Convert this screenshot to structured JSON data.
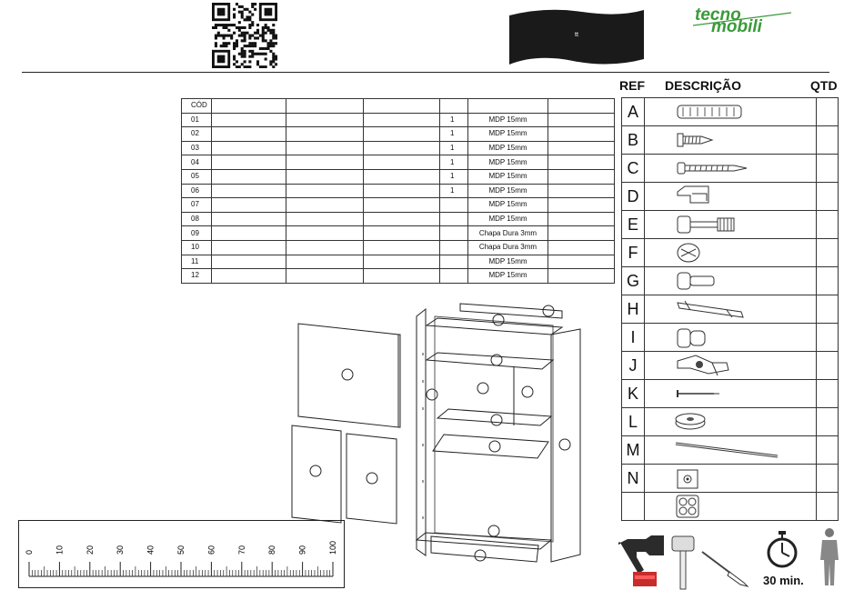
{
  "header": {
    "brand_top": "tecno",
    "brand_bottom": "mobili",
    "tag_text": "tt"
  },
  "parts_table": {
    "code_header": "CÓD",
    "rows": [
      {
        "code": "01",
        "qty": "1",
        "material": "MDP 15mm"
      },
      {
        "code": "02",
        "qty": "1",
        "material": "MDP 15mm"
      },
      {
        "code": "03",
        "qty": "1",
        "material": "MDP 15mm"
      },
      {
        "code": "04",
        "qty": "1",
        "material": "MDP 15mm"
      },
      {
        "code": "05",
        "qty": "1",
        "material": "MDP 15mm"
      },
      {
        "code": "06",
        "qty": "1",
        "material": "MDP 15mm"
      },
      {
        "code": "07",
        "qty": "",
        "material": "MDP 15mm"
      },
      {
        "code": "08",
        "qty": "",
        "material": "MDP 15mm"
      },
      {
        "code": "09",
        "qty": "",
        "material": "Chapa Dura 3mm"
      },
      {
        "code": "10",
        "qty": "",
        "material": "Chapa Dura 3mm"
      },
      {
        "code": "11",
        "qty": "",
        "material": "MDP 15mm"
      },
      {
        "code": "12",
        "qty": "",
        "material": "MDP 15mm"
      }
    ]
  },
  "hardware": {
    "ref_header": "REF",
    "desc_header": "DESCRIÇÃO",
    "qty_header": "QTD",
    "items": [
      {
        "ref": "A",
        "icon": "dowel-icon"
      },
      {
        "ref": "B",
        "icon": "short-screw-icon"
      },
      {
        "ref": "C",
        "icon": "long-screw-icon"
      },
      {
        "ref": "D",
        "icon": "shelf-support-icon"
      },
      {
        "ref": "E",
        "icon": "cam-bolt-icon"
      },
      {
        "ref": "F",
        "icon": "cam-lock-icon"
      },
      {
        "ref": "G",
        "icon": "pin-icon"
      },
      {
        "ref": "H",
        "icon": "hanging-bracket-icon"
      },
      {
        "ref": "I",
        "icon": "plug-icon"
      },
      {
        "ref": "J",
        "icon": "hinge-icon"
      },
      {
        "ref": "K",
        "icon": "nail-icon"
      },
      {
        "ref": "L",
        "icon": "foot-pad-icon"
      },
      {
        "ref": "M",
        "icon": "rod-icon"
      },
      {
        "ref": "N",
        "icon": "plate-icon"
      },
      {
        "ref": "",
        "icon": "cover-caps-icon"
      }
    ]
  },
  "ruler": {
    "labels": [
      "0",
      "10",
      "20",
      "30",
      "40",
      "50",
      "60",
      "70",
      "80",
      "90",
      "100"
    ]
  },
  "tools": {
    "time_label": "30 min.",
    "items": [
      "drill-icon",
      "hammer-icon",
      "screwdriver-icon",
      "stopwatch-icon",
      "person-icon"
    ]
  }
}
